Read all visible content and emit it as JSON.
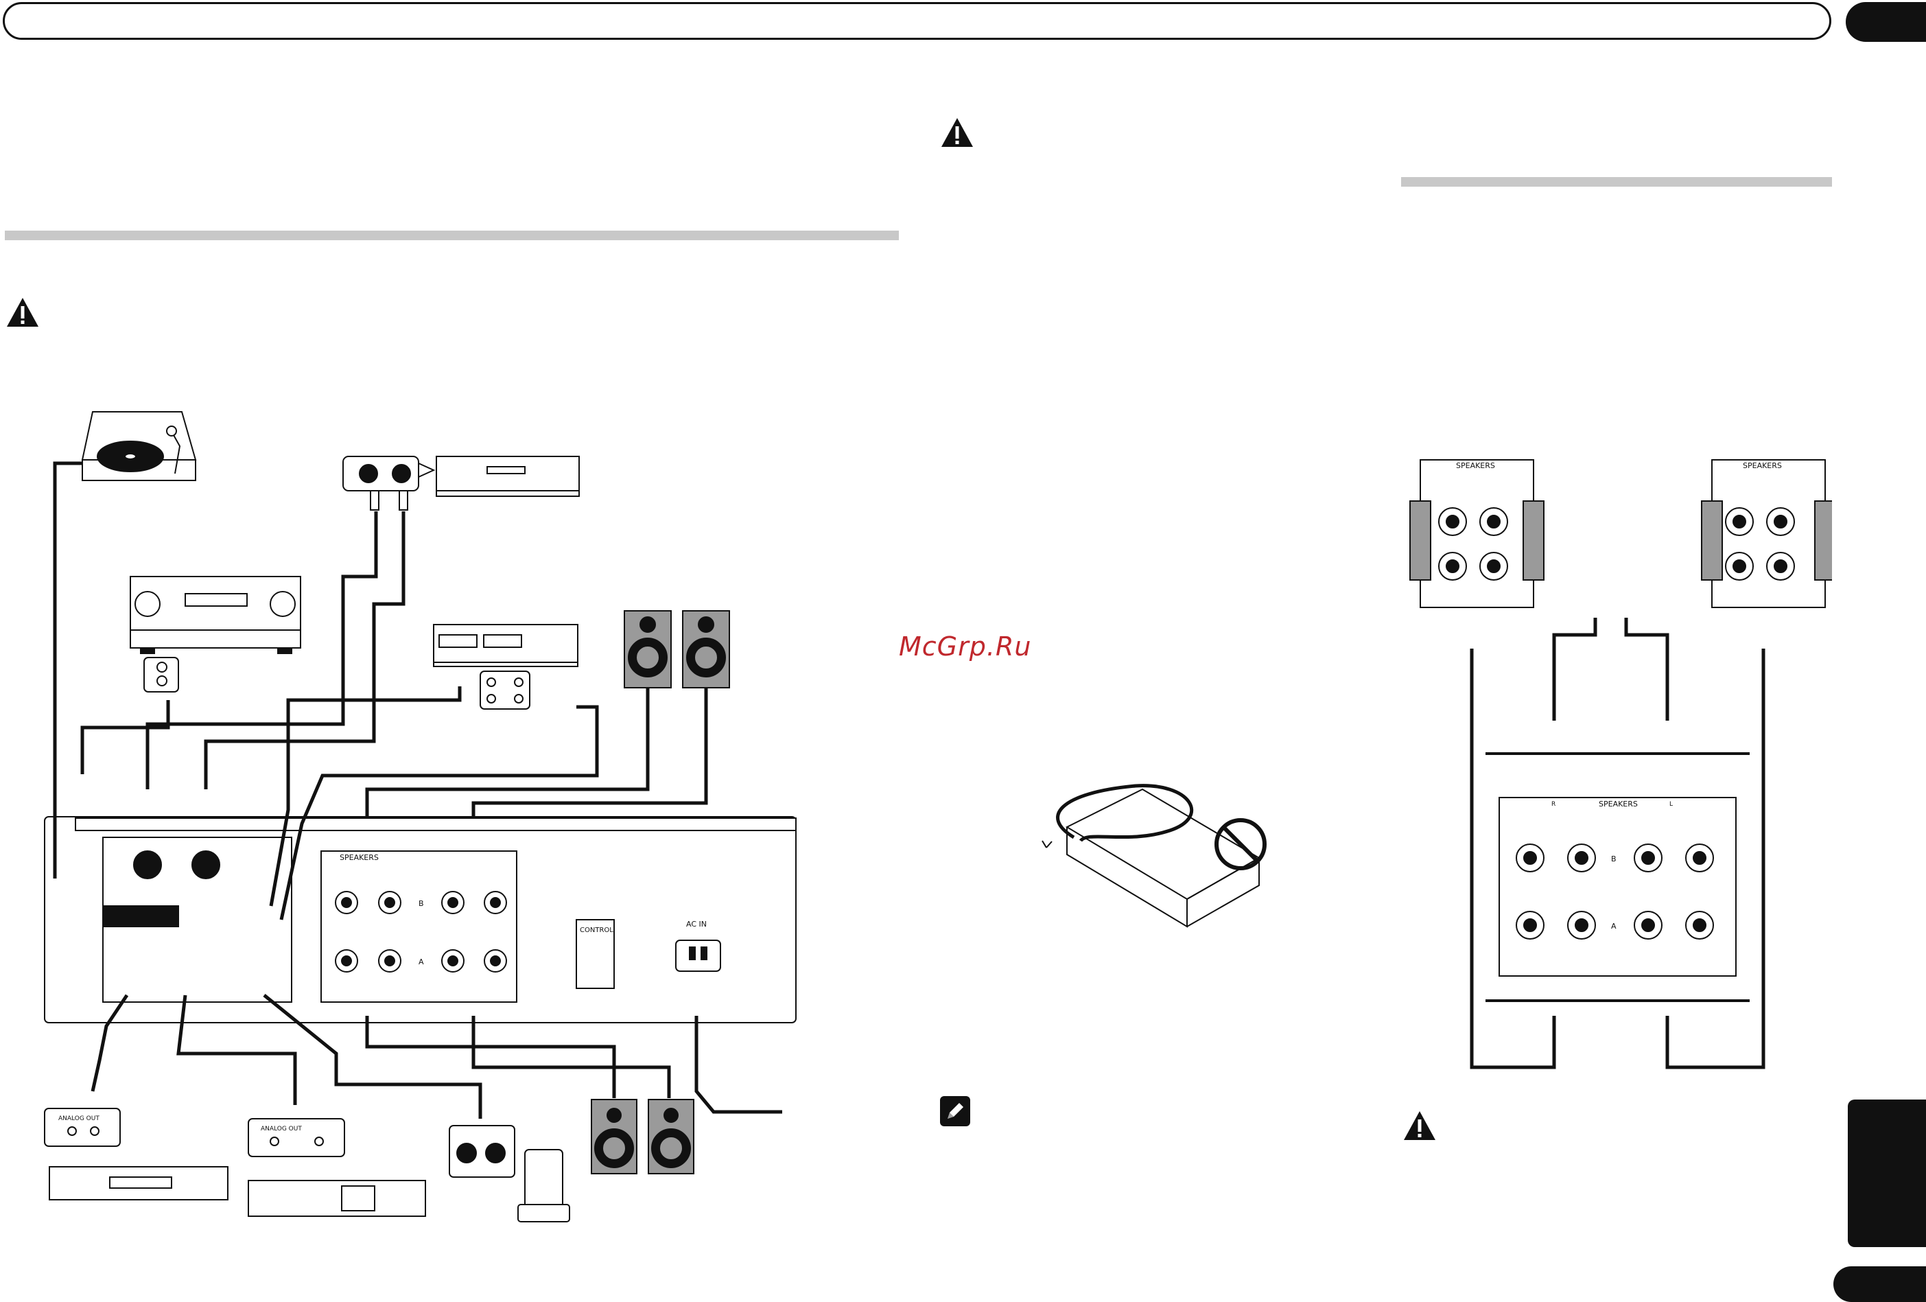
{
  "watermark": "McGrp.Ru",
  "amp_panel": {
    "speakers_label": "SPEAKERS",
    "control_label": "CONTROL",
    "ac_in_label": "AC IN",
    "analog_out_label": "ANALOG OUT",
    "r_label": "R",
    "l_label": "L",
    "a_label": "A",
    "b_label": "B"
  },
  "terminal_detail": {
    "speakers_label_left": "SPEAKERS",
    "speakers_label_right": "SPEAKERS"
  },
  "wiring_diagram": {
    "speakers_label": "SPEAKERS",
    "r_label": "R",
    "l_label": "L",
    "a_label": "A",
    "b_label": "B"
  },
  "colors": {
    "ink": "#111111",
    "rule_gray": "#c8c8c8",
    "speaker_gray": "#9a9a9a",
    "watermark_red": "#c0282d"
  }
}
